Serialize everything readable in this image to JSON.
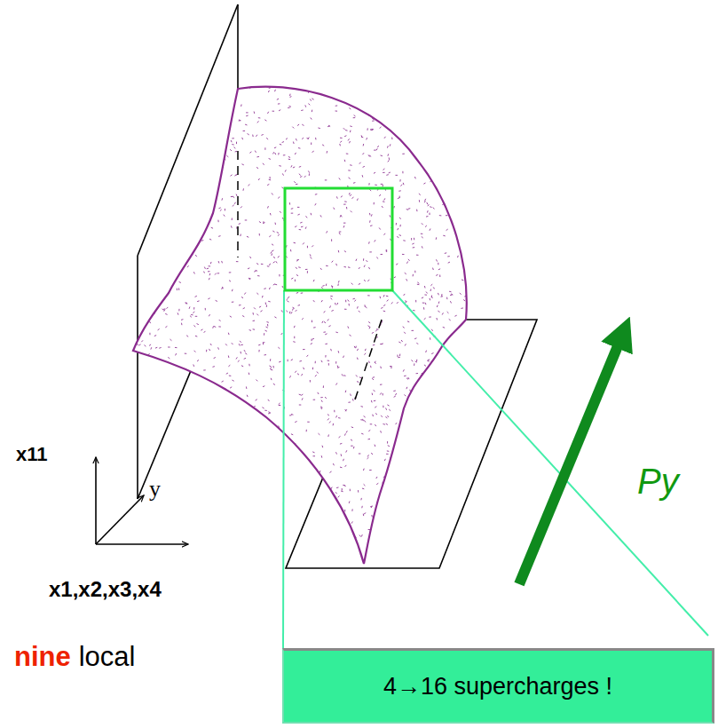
{
  "diagram": {
    "nodes": [
      {
        "text": [
          "4→16 supercharges !"
        ]
      }
    ],
    "labels": [
      "x11",
      "y",
      "x1,x2,x3,x4",
      "nine",
      "local",
      "Py"
    ]
  }
}
